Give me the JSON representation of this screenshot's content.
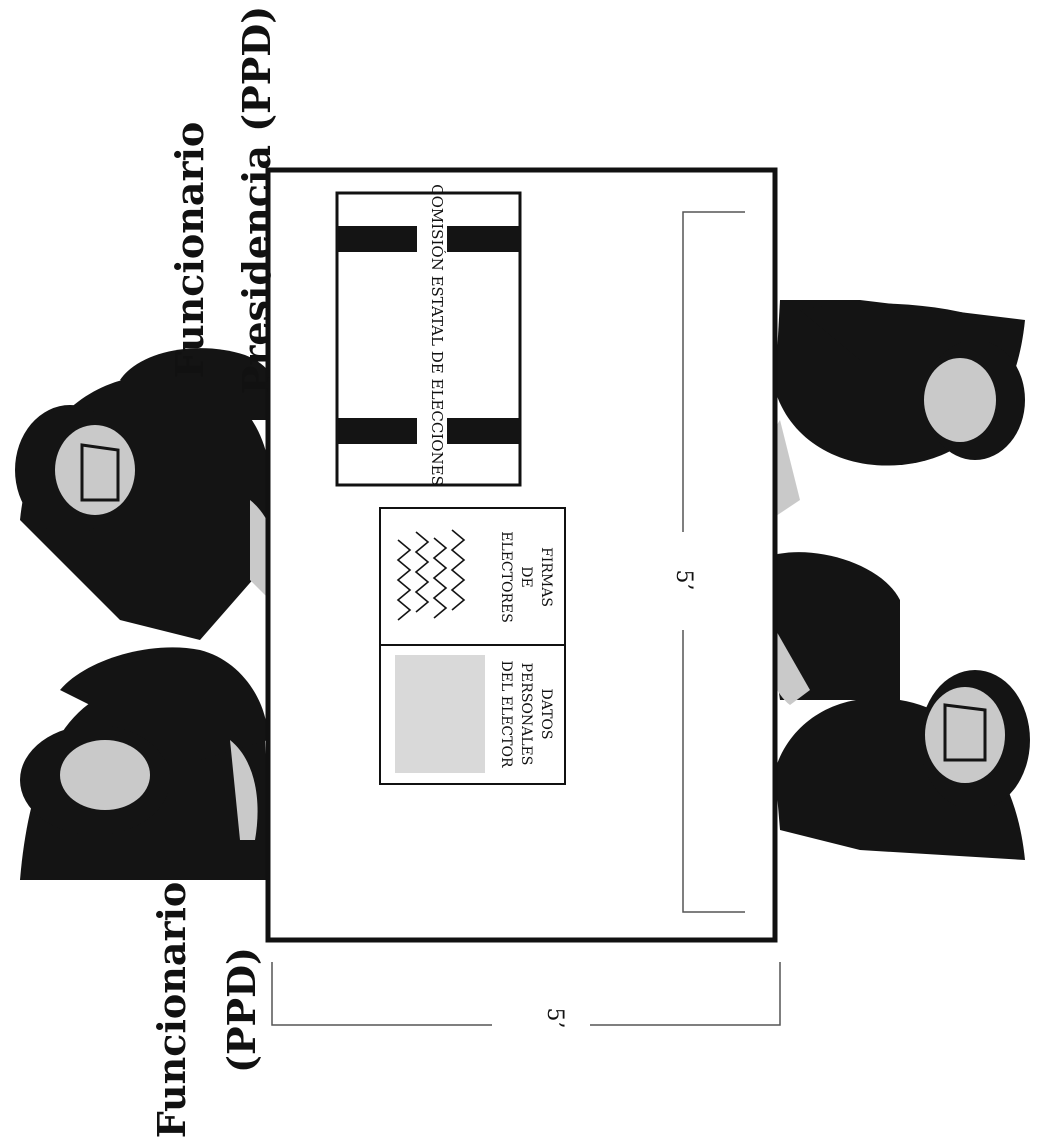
{
  "labels": {
    "official_left_line1": "Funcionario",
    "official_left_line2": "(PPD)",
    "official_right_line1": "Funcionario",
    "official_right_line2": "Presidencia (PPD)"
  },
  "table": {
    "width_dimension": "5’",
    "height_dimension": "5’"
  },
  "ballot_box": {
    "label": "COMISIÓN ESTATAL DE ELECCIONES"
  },
  "register": {
    "signatures_line1": "FIRMAS",
    "signatures_line2": "DE",
    "signatures_line3": "ELECTORES",
    "personal_line1": "DATOS",
    "personal_line2": "PERSONALES",
    "personal_line3": "DEL ELECTOR"
  },
  "colors": {
    "silhouette": "#141414",
    "face": "#c9c9c9",
    "table_border": "#111111",
    "dimension_line": "#555555",
    "data_area": "#d9d9d9"
  }
}
